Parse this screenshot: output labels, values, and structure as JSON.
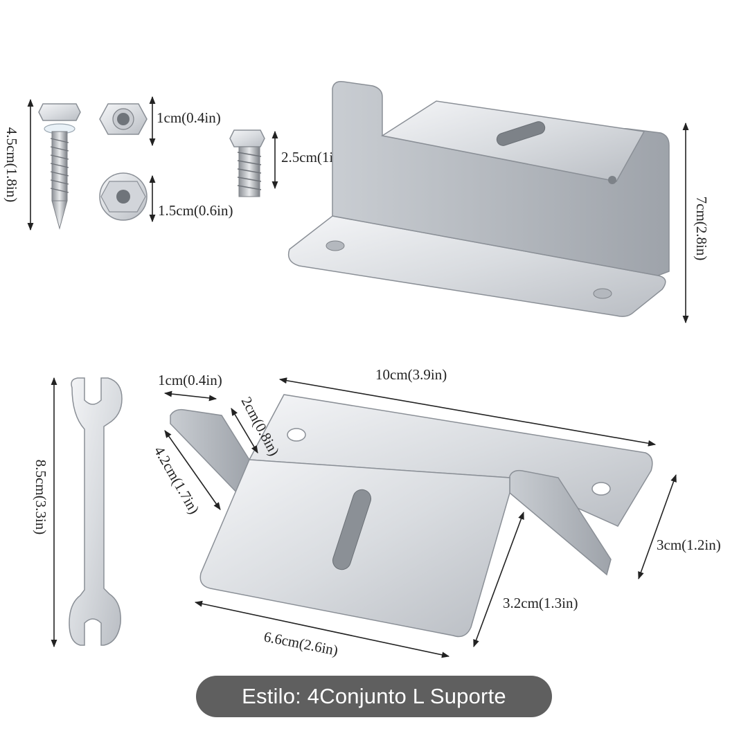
{
  "dimensions": {
    "screw_length": "4.5cm(1.8in)",
    "nut_small": "1cm(0.4in)",
    "nut_large": "1.5cm(0.6in)",
    "bolt_length": "2.5cm(1in)",
    "bracket_height": "7cm(2.8in)",
    "wrench_length": "8.5cm(3.3in)",
    "tab_width": "1cm(0.4in)",
    "bracket_length": "10cm(3.9in)",
    "tab_depth": "2cm(0.8in)",
    "tab_length": "4.2cm(1.7in)",
    "side_height": "3cm(1.2in)",
    "base_depth": "3.2cm(1.3in)",
    "base_width": "6.6cm(2.6in)"
  },
  "caption": "Estilo: 4Conjunto L Suporte"
}
